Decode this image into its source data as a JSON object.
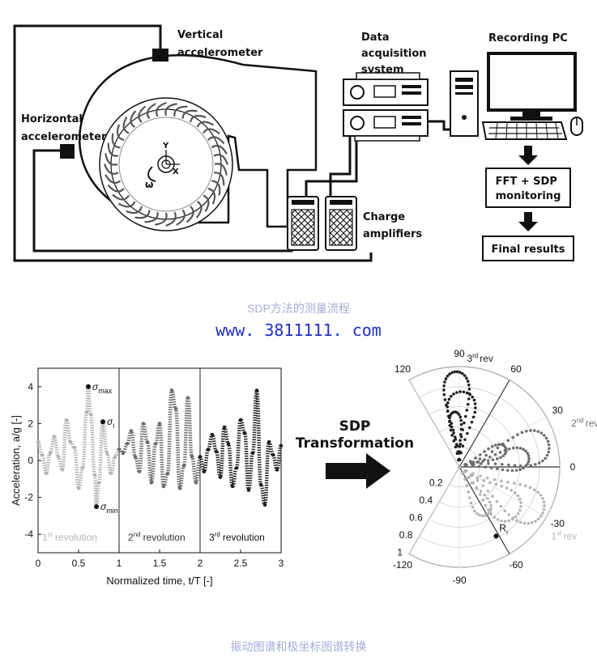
{
  "top_diagram": {
    "vertical_accel": [
      "Vertical",
      "accelerometer"
    ],
    "horizontal_accel": [
      "Horizontal",
      "accelerometer"
    ],
    "daq": [
      "Data",
      "acquisition",
      "system"
    ],
    "recording_pc": "Recording PC",
    "charge_amp": [
      "Charge",
      "amplifiers"
    ],
    "fft_box": [
      "FFT + SDP",
      "monitoring"
    ],
    "final_box": "Final results",
    "axis_y": "Y",
    "axis_x": "X",
    "omega": "ω"
  },
  "caption1": "SDP方法的测量流程",
  "watermark": "www. 3811111. com",
  "caption2": "振动图谱和极坐标图谱转换",
  "middle": {
    "line1": "SDP",
    "line2": "Transformation"
  },
  "colors": {
    "rev1": "#b4b4b4",
    "rev2": "#6e6e6e",
    "rev3": "#202020",
    "caption": "#a3aed6",
    "url": "#1f2fc8"
  },
  "chart_data": [
    {
      "type": "line",
      "xlabel": "Normalized time, t/T [-]",
      "ylabel": "Acceleration, a/g [-]",
      "xlim": [
        0,
        3
      ],
      "ylim": [
        -5,
        5
      ],
      "xticks": [
        "0",
        "0.5",
        "1",
        "1.5",
        "2",
        "2.5",
        "3"
      ],
      "yticks": [
        "4",
        "2",
        "0",
        "-2",
        "-4"
      ],
      "revolutions": [
        {
          "sup": "st",
          "label": "1",
          "text": "revolution"
        },
        {
          "sup": "nd",
          "label": "2",
          "text": "revolution"
        },
        {
          "sup": "rd",
          "label": "3",
          "text": "revolution"
        }
      ],
      "annotations": [
        {
          "sym": "σ",
          "sub": "max",
          "x": 0.62,
          "y": 4.0
        },
        {
          "sym": "σ",
          "sub": "i",
          "x": 0.8,
          "y": 2.1
        },
        {
          "sym": "σ",
          "sub": "min",
          "x": 0.72,
          "y": -2.5
        }
      ],
      "series": [
        {
          "x": [
            0,
            0.05,
            0.1,
            0.15,
            0.2,
            0.25,
            0.3,
            0.35,
            0.4,
            0.45,
            0.5,
            0.55,
            0.6,
            0.62,
            0.65,
            0.7,
            0.72,
            0.75,
            0.8,
            0.85,
            0.9,
            0.95,
            1.0
          ],
          "y": [
            1.0,
            0.3,
            -0.7,
            0.4,
            1.3,
            0.2,
            -0.5,
            2.2,
            1.0,
            0.7,
            -1.5,
            -0.4,
            2.6,
            4.0,
            2.5,
            -0.8,
            -2.5,
            -1.2,
            2.1,
            0.4,
            -0.7,
            0.2,
            0.6
          ]
        },
        {
          "x": [
            1.0,
            1.05,
            1.1,
            1.15,
            1.2,
            1.25,
            1.3,
            1.35,
            1.4,
            1.45,
            1.5,
            1.55,
            1.6,
            1.65,
            1.7,
            1.75,
            1.8,
            1.85,
            1.9,
            1.95,
            2.0
          ],
          "y": [
            0.6,
            0.4,
            0.9,
            1.6,
            0.2,
            -0.6,
            2.0,
            1.0,
            -1.2,
            0.9,
            2.0,
            -1.4,
            -0.7,
            3.8,
            2.8,
            -1.5,
            -0.3,
            3.4,
            0.2,
            -1.2,
            0.2
          ]
        },
        {
          "x": [
            2.0,
            2.05,
            2.1,
            2.15,
            2.2,
            2.25,
            2.3,
            2.35,
            2.4,
            2.45,
            2.5,
            2.55,
            2.6,
            2.65,
            2.7,
            2.75,
            2.8,
            2.85,
            2.9,
            2.95,
            3.0
          ],
          "y": [
            0.2,
            -0.6,
            0.6,
            1.4,
            0.5,
            -0.9,
            1.8,
            0.9,
            -1.4,
            -0.4,
            2.2,
            1.5,
            -1.6,
            0.4,
            3.8,
            -1.3,
            -2.4,
            1.0,
            0.3,
            -0.5,
            0.8
          ]
        }
      ]
    },
    {
      "type": "scatter",
      "polar": true,
      "angle_labels": [
        "120",
        "90",
        "60",
        "30",
        "0",
        "-30",
        "-60",
        "-90",
        "-120"
      ],
      "angles": [
        120,
        90,
        60,
        30,
        0,
        -30,
        -60,
        -90,
        -120
      ],
      "radius_labels": [
        "0.2",
        "0.4",
        "0.6",
        "0.8",
        "1"
      ],
      "radii": [
        0.2,
        0.4,
        0.6,
        0.8,
        1.0
      ],
      "rev_labels": [
        {
          "num": "3",
          "sup": "rd",
          "word": "rev"
        },
        {
          "num": "2",
          "sup": "nd",
          "word": "rev"
        },
        {
          "num": "1",
          "sup": "st",
          "word": "rev"
        }
      ],
      "point_label": "R",
      "point_sub": "i"
    }
  ]
}
